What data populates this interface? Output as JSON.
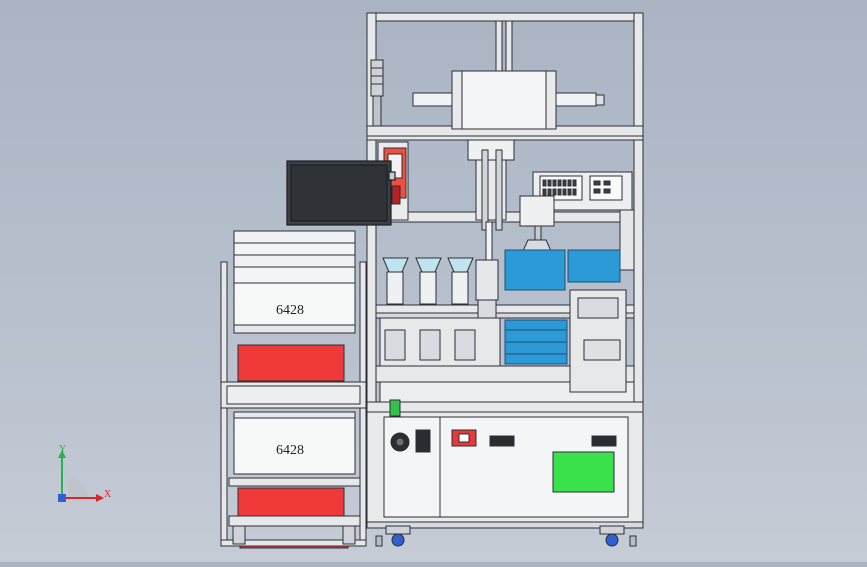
{
  "drawing": {
    "tray_labels": [
      "6428",
      "6428"
    ],
    "axis_labels": {
      "x": "X",
      "y": "Y"
    },
    "colors": {
      "background": "#b4bdca",
      "frame": "#e6e8ea",
      "frame_line": "#2b2f38",
      "red_panel": "#f03a3a",
      "blue_bin": "#2c9ad6",
      "green_panel": "#39e24a",
      "monitor": "#3c3f45",
      "axis_x": "#d9262b",
      "axis_y": "#27b24a",
      "axis_z": "#2f5fd0"
    }
  }
}
